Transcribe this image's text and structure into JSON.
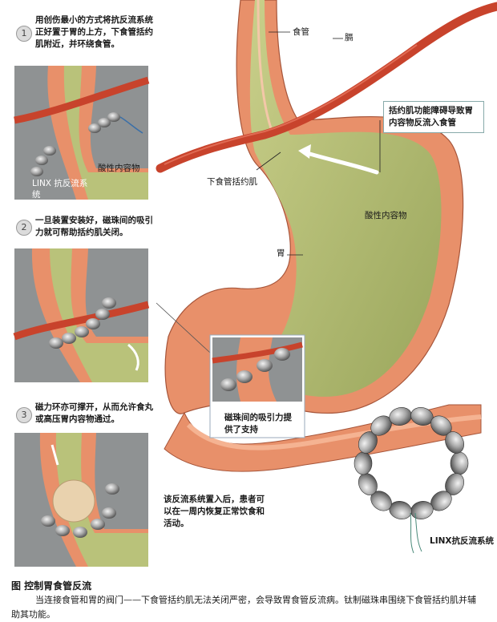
{
  "steps": [
    {
      "number": "1",
      "text": "用创伤最小的方式将抗反流系统正好置于胃的上方，下食管括约肌附近，并环绕食管。"
    },
    {
      "number": "2",
      "text": "一旦装置安装好，磁珠间的吸引力就可帮助括约肌关闭。"
    },
    {
      "number": "3",
      "text": "磁力环亦可撑开，从而允许食丸或高压胃内容物通过。"
    }
  ],
  "panel1": {
    "linx_label": "LINX 抗反流系统",
    "acid_label": "酸性内容物"
  },
  "main": {
    "esophagus": "食管",
    "diaphragm": "膈",
    "lower_sphincter": "下食管括约肌",
    "acid_contents": "酸性内容物",
    "stomach": "胃",
    "reflux_callout": "括约肌功能障碍导致胃内容物反流入食管",
    "magnet_callout": "磁珠间的吸引力提供了支持",
    "recovery_note": "该反流系统置入后，患者可以在一周内恢复正常饮食和活动。",
    "linx_label": "LINX抗反流系统"
  },
  "caption": {
    "title": "图 控制胃食管反流",
    "body": "当连接食管和胃的阀门——下食管括约肌无法关闭严密，会导致胃食管反流病。钛制磁珠串围绕下食管括约肌并辅助其功能。"
  },
  "colors": {
    "stomach": "#b9c27a",
    "tissue": "#e8906a",
    "artery": "#c8432c",
    "panel_bg": "#8f9293"
  }
}
